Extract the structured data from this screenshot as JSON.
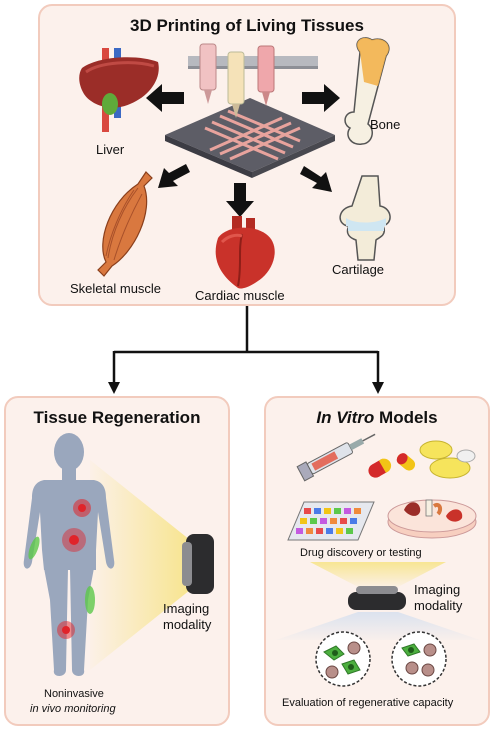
{
  "top_panel": {
    "title": "3D Printing of Living Tissues",
    "labels": {
      "liver": "Liver",
      "bone": "Bone",
      "skeletal_muscle": "Skeletal muscle",
      "cardiac_muscle": "Cardiac muscle",
      "cartilage": "Cartilage"
    }
  },
  "left_panel": {
    "title": "Tissue Regeneration",
    "imaging_line1": "Imaging",
    "imaging_line2": "modality",
    "monitoring_line1": "Noninvasive",
    "monitoring_line2": "in vivo monitoring"
  },
  "right_panel": {
    "title_italic": "In Vitro",
    "title_rest": " Models",
    "drug_discovery": "Drug discovery or testing",
    "imaging_line1": "Imaging",
    "imaging_line2": "modality",
    "evaluation": "Evaluation of regenerative capacity"
  },
  "colors": {
    "panel_fill": "#fcf1ec",
    "panel_border": "#f2cbbd",
    "arrow": "#111111",
    "lesion_red": "#e0242a",
    "signal_green": "#5cc84a",
    "body_blue": "#9aa7bd",
    "beam_yellow": "#f7e48a"
  }
}
